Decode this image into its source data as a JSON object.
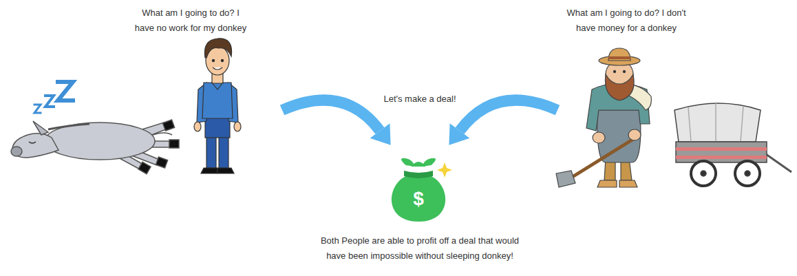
{
  "diagram": {
    "nodes": [
      {
        "text": [
          "$"
        ]
      }
    ],
    "labels": [
      "What am I going to do? I have no work for my donkey",
      "What am I going to do? I don't have money for a donkey",
      "Let's make a deal!",
      "Both People are able to profit off a deal that would have been impossible without sleeping donkey!"
    ]
  }
}
